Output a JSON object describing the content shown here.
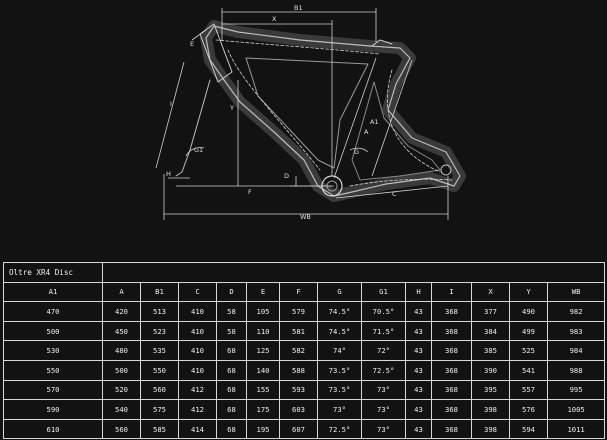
{
  "diagram": {
    "labels": {
      "b1": "B1",
      "x": "X",
      "e": "E",
      "i": "I",
      "y": "Y",
      "g1": "G1",
      "h": "H",
      "d": "D",
      "f": "F",
      "a": "A",
      "a1": "A1",
      "g": "G",
      "c": "C",
      "wb": "WB"
    }
  },
  "table": {
    "title": "Oltre XR4 Disc",
    "headers": [
      "A1",
      "A",
      "B1",
      "C",
      "D",
      "E",
      "F",
      "G",
      "G1",
      "H",
      "I",
      "X",
      "Y",
      "WB"
    ],
    "rows": [
      [
        "470",
        "420",
        "513",
        "410",
        "58",
        "105",
        "579",
        "74.5°",
        "70.5°",
        "43",
        "368",
        "377",
        "490",
        "982"
      ],
      [
        "500",
        "450",
        "523",
        "410",
        "58",
        "110",
        "581",
        "74.5°",
        "71.5°",
        "43",
        "368",
        "384",
        "499",
        "983"
      ],
      [
        "530",
        "480",
        "535",
        "410",
        "68",
        "125",
        "582",
        "74°",
        "72°",
        "43",
        "368",
        "385",
        "525",
        "984"
      ],
      [
        "550",
        "500",
        "550",
        "410",
        "68",
        "140",
        "588",
        "73.5°",
        "72.5°",
        "43",
        "368",
        "390",
        "541",
        "988"
      ],
      [
        "570",
        "520",
        "560",
        "412",
        "68",
        "155",
        "593",
        "73.5°",
        "73°",
        "43",
        "368",
        "395",
        "557",
        "995"
      ],
      [
        "590",
        "540",
        "575",
        "412",
        "68",
        "175",
        "603",
        "73°",
        "73°",
        "43",
        "368",
        "398",
        "576",
        "1005"
      ],
      [
        "610",
        "560",
        "585",
        "414",
        "68",
        "195",
        "607",
        "72.5°",
        "73°",
        "43",
        "368",
        "398",
        "594",
        "1011"
      ]
    ]
  }
}
